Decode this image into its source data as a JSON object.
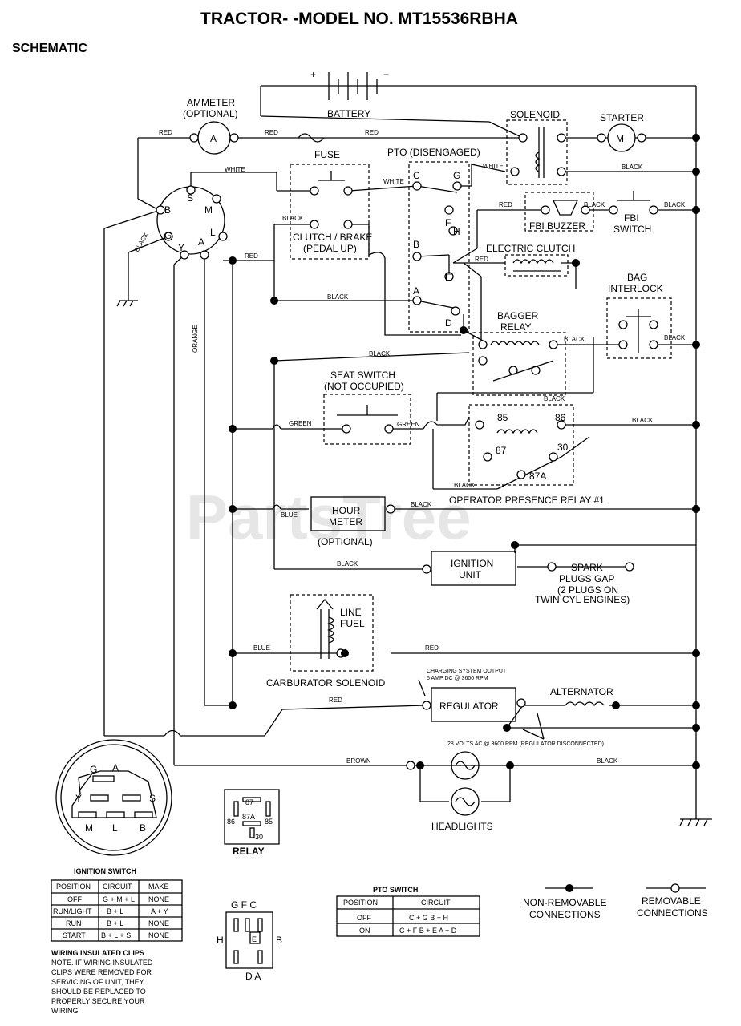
{
  "title": "TRACTOR- -MODEL NO. MT15536RBHA",
  "subtitle": "SCHEMATIC",
  "watermark": "PartsTree",
  "components": {
    "battery": "BATTERY",
    "battery_pos": "+",
    "battery_neg": "−",
    "ammeter": "AMMETER",
    "ammeter_opt": "(OPTIONAL)",
    "ammeter_a": "A",
    "solenoid": "SOLENOID",
    "starter": "STARTER",
    "starter_m": "M",
    "fuse": "FUSE",
    "pto": "PTO (DISENGAGED)",
    "clutch_brake": "CLUTCH / BRAKE",
    "pedal_up": "(PEDAL UP)",
    "fbi_buzzer": "FBI BUZZER",
    "fbi_switch_1": "FBI",
    "fbi_switch_2": "SWITCH",
    "electric_clutch": "ELECTRIC CLUTCH",
    "bag_interlock_1": "BAG",
    "bag_interlock_2": "INTERLOCK",
    "bagger_relay_1": "BAGGER",
    "bagger_relay_2": "RELAY",
    "seat_switch_1": "SEAT SWITCH",
    "seat_switch_2": "(NOT OCCUPIED)",
    "op_relay": "OPERATOR PRESENCE RELAY #1",
    "hour_meter_1": "HOUR",
    "hour_meter_2": "METER",
    "hour_meter_opt": "(OPTIONAL)",
    "ignition_unit_1": "IGNITION",
    "ignition_unit_2": "UNIT",
    "spark_1": "SPARK",
    "spark_2": "PLUGS GAP",
    "spark_3": "(2 PLUGS ON",
    "spark_4": "TWIN CYL  ENGINES)",
    "fuel_line_1": "FUEL",
    "fuel_line_2": "LINE",
    "carb_solenoid": "CARBURATOR SOLENOID",
    "charging_1": "CHARGING SYSTEM OUTPUT",
    "charging_2": "5 AMP DC @ 3600 RPM",
    "regulator": "REGULATOR",
    "alternator": "ALTERNATOR",
    "ac_note": "28 VOLTS AC @ 3600 RPM (REGULATOR DISCONNECTED)",
    "headlights": "HEADLIGHTS",
    "relay": "RELAY"
  },
  "terminals": {
    "ign": [
      "S",
      "M",
      "B",
      "L",
      "G",
      "Y",
      "A"
    ],
    "pto": [
      "C",
      "G",
      "F",
      "H",
      "B",
      "E",
      "A",
      "D"
    ],
    "relay": [
      "85",
      "86",
      "87",
      "30",
      "87A"
    ],
    "relay_legend": [
      "87",
      "87A",
      "86",
      "85",
      "30"
    ]
  },
  "wires": {
    "red": "RED",
    "white": "WHITE",
    "black": "BLACK",
    "green": "GREEN",
    "blue": "BLUE",
    "orange": "ORANGE",
    "brown": "BROWN"
  },
  "ignition_table": {
    "title": "IGNITION SWITCH",
    "headers": [
      "POSITION",
      "CIRCUIT",
      "MAKE"
    ],
    "rows": [
      [
        "OFF",
        "G + M + L",
        "NONE"
      ],
      [
        "RUN/LIGHT",
        "B + L",
        "A + Y"
      ],
      [
        "RUN",
        "B + L",
        "NONE"
      ],
      [
        "START",
        "B + L + S",
        "NONE"
      ]
    ]
  },
  "pto_table": {
    "title": "PTO SWITCH",
    "headers": [
      "POSITION",
      "CIRCUIT"
    ],
    "rows": [
      [
        "OFF",
        "C + G  B + H"
      ],
      [
        "ON",
        "C + F  B + E  A + D"
      ]
    ]
  },
  "pto_connector": {
    "top": "G F C",
    "left": "H",
    "right": "B",
    "center": "E",
    "bottom": "D A"
  },
  "legend": {
    "nonremovable_1": "NON-REMOVABLE",
    "nonremovable_2": "CONNECTIONS",
    "removable_1": "REMOVABLE",
    "removable_2": "CONNECTIONS"
  },
  "note": [
    "WIRING INSULATED CLIPS",
    "NOTE. IF WIRING INSULATED",
    "CLIPS WERE REMOVED FOR",
    "SERVICING OF UNIT, THEY",
    "SHOULD BE REPLACED TO",
    "PROPERLY SECURE YOUR",
    " WIRING"
  ]
}
